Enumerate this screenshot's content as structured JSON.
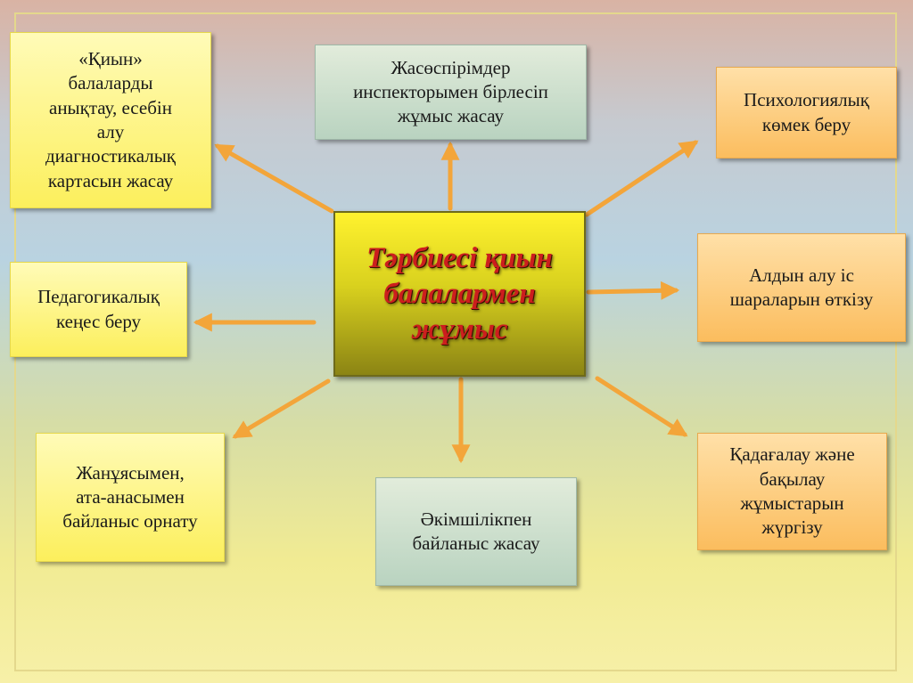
{
  "central_topic": {
    "text": "Тәрбиесі қиын\nбалалармен\nжұмыс"
  },
  "nodes": {
    "identify": "«Қиын»\nбалаларды\nанықтау, есебін\nалу\nдиагностикалық\nкартасын жасау",
    "inspectors": "Жасөспірімдер\nинспекторымен бірлесіп\nжұмыс жасау",
    "psychology": "Психологиялық\nкөмек беру",
    "prevention": "Алдын алу іс\nшараларын өткізу",
    "pedagogical": "Педагогикалық\nкеңес беру",
    "family": "Жанұясымен,\nата-анасымен\nбайланыс орнату",
    "administration": "Әкімшілікпен\nбайланыс жасау",
    "supervision": "Қадағалау және\nбақылау\nжұмыстарын\nжүргізу"
  },
  "colors": {
    "arrow": "#f3a53a",
    "center_text": "#cc1e1e",
    "yellow_box": "#fcef5c",
    "green_box": "#b9d3c0",
    "orange_box": "#fbbd5e"
  }
}
